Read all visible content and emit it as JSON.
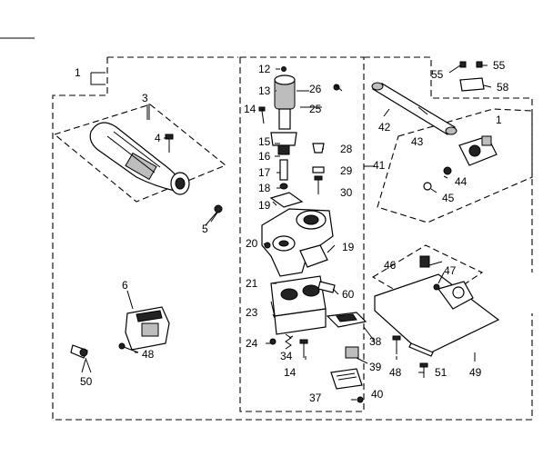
{
  "diagram": {
    "labels": [
      "1",
      "1",
      "3",
      "4",
      "5",
      "6",
      "12",
      "13",
      "14",
      "15",
      "16",
      "17",
      "18",
      "19",
      "19",
      "20",
      "21",
      "23",
      "24",
      "25",
      "26",
      "28",
      "29",
      "30",
      "34",
      "14",
      "37",
      "38",
      "39",
      "40",
      "41",
      "42",
      "43",
      "44",
      "45",
      "46",
      "47",
      "48",
      "48",
      "49",
      "50",
      "51",
      "55",
      "55",
      "58",
      "60"
    ]
  }
}
